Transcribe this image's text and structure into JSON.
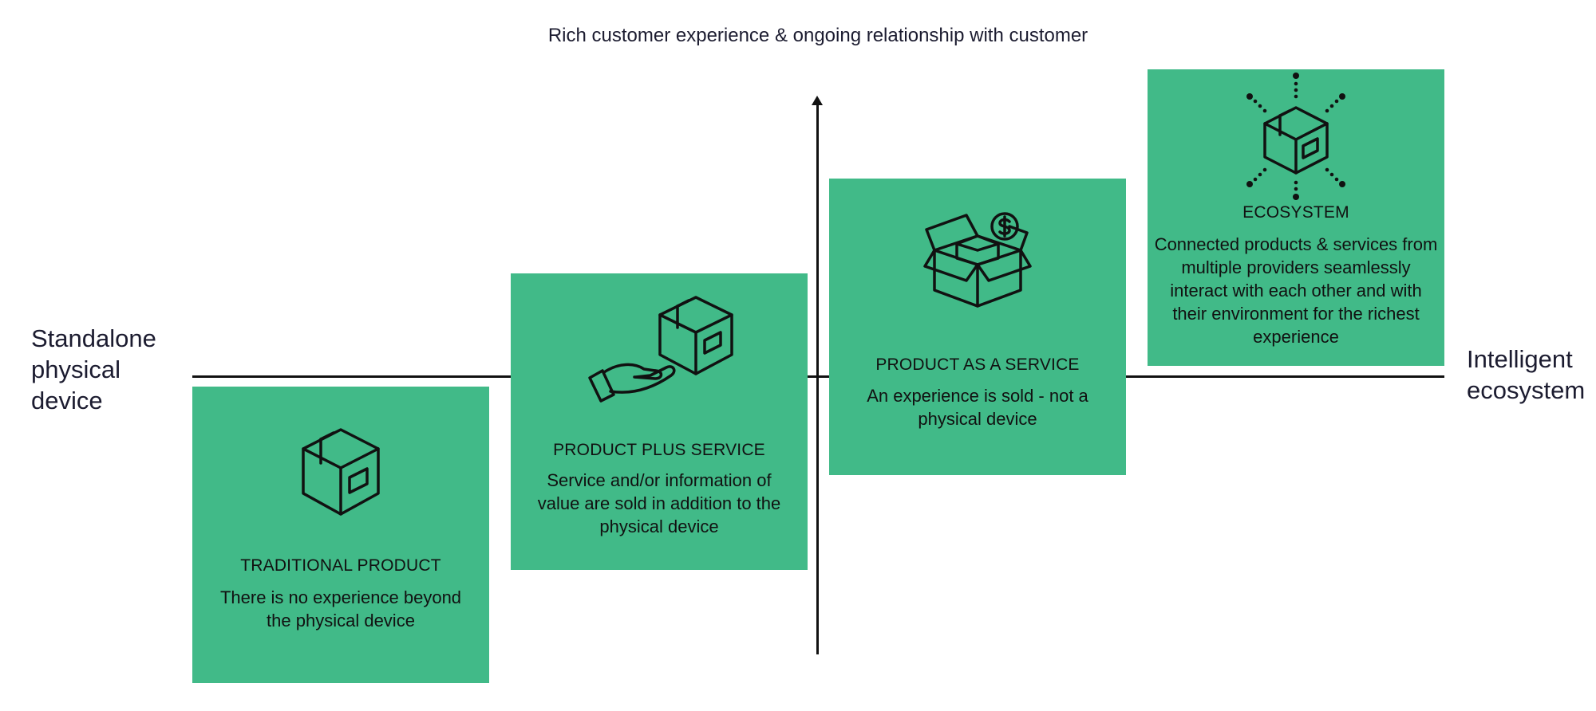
{
  "top_axis_label": "Rich customer experience & ongoing relationship with customer",
  "left_axis_label": "Standalone physical device",
  "right_axis_label": "Intelligent ecosystem",
  "colors": {
    "card": "#41ba88",
    "line": "#111111",
    "text": "#1c1c30"
  },
  "cards": [
    {
      "icon": "box-icon",
      "title": "TRADITIONAL PRODUCT",
      "description": "There is no experience beyond the physical device"
    },
    {
      "icon": "hand-box-icon",
      "title": "PRODUCT PLUS SERVICE",
      "description": "Service and/or information of value are sold in addition to the physical device"
    },
    {
      "icon": "open-box-dollar-icon",
      "title": "PRODUCT AS A SERVICE",
      "description": "An experience is sold - not a physical device"
    },
    {
      "icon": "connected-box-icon",
      "title": "ECOSYSTEM",
      "description": "Connected products & services from multiple providers seamlessly interact with each other and with their environment for the richest experience"
    }
  ]
}
